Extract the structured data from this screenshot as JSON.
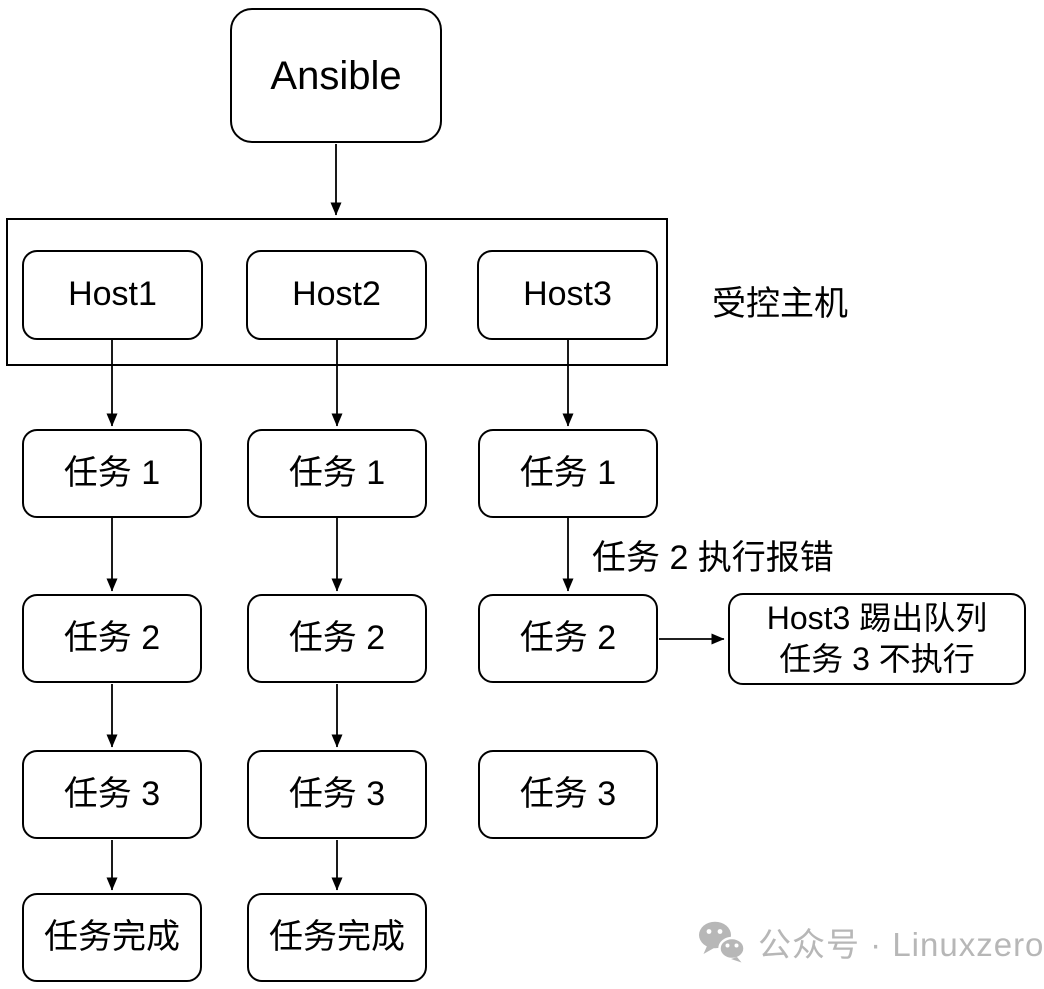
{
  "colors": {
    "stroke": "#000000",
    "box_fill": "#ffffff",
    "background": "#ffffff",
    "watermark_gray": "#b7b7b7"
  },
  "diagram": {
    "root": {
      "label": "Ansible"
    },
    "hosts_group": {
      "label": "受控主机",
      "hosts": [
        {
          "label": "Host1"
        },
        {
          "label": "Host2"
        },
        {
          "label": "Host3"
        }
      ]
    },
    "columns": [
      {
        "host": "Host1",
        "tasks": [
          "任务 1",
          "任务 2",
          "任务 3",
          "任务完成"
        ]
      },
      {
        "host": "Host2",
        "tasks": [
          "任务 1",
          "任务 2",
          "任务 3",
          "任务完成"
        ]
      },
      {
        "host": "Host3",
        "tasks": [
          "任务 1",
          "任务 2",
          "任务 3"
        ]
      }
    ],
    "error_annotation": "任务 2 执行报错",
    "kickout": {
      "line1": "Host3 踢出队列",
      "line2": "任务 3 不执行"
    }
  },
  "watermark": {
    "icon": "wechat-official-account-icon",
    "text": "公众号 · Linuxzero"
  }
}
